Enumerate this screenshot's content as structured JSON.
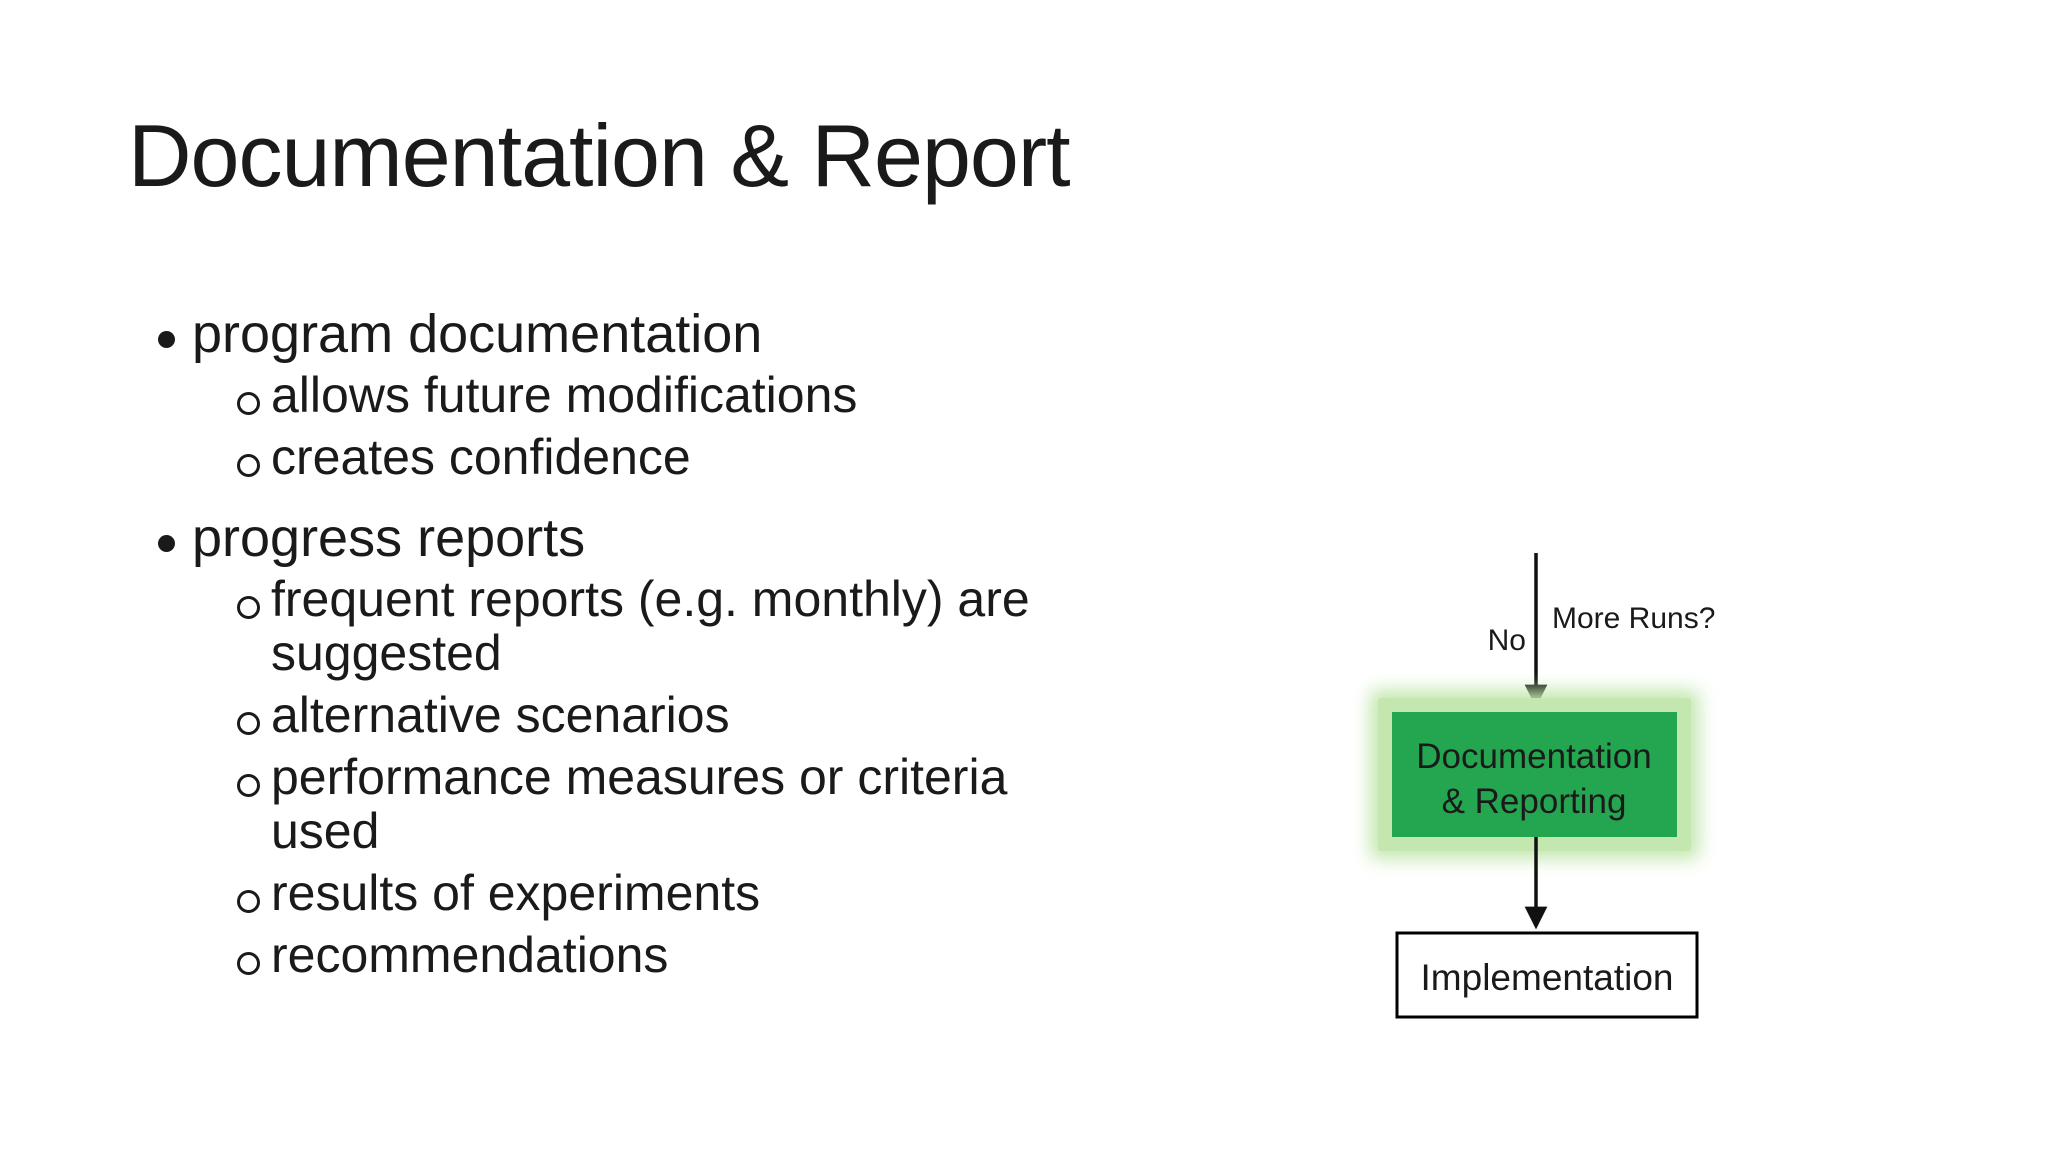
{
  "slide": {
    "title": "Documentation & Report",
    "background": "#ffffff",
    "text_color": "#1a1a1a",
    "bullets": [
      {
        "label": "program documentation",
        "sub": [
          "allows future modifications",
          "creates confidence"
        ]
      },
      {
        "label": "progress reports",
        "sub": [
          "frequent reports (e.g. monthly) are suggested",
          "alternative scenarios",
          "performance measures or criteria used",
          "results of experiments",
          "recommendations"
        ]
      }
    ]
  },
  "flowchart": {
    "question_label": "More Runs?",
    "no_label": "No",
    "arrow_color": "#111111",
    "doc_node": {
      "line1": "Documentation",
      "line2": "& Reporting",
      "fill": "#24a650",
      "glow": "#c3e7ae",
      "text_color": "#111111"
    },
    "implementation_node": {
      "label": "Implementation",
      "fill": "#ffffff",
      "border": "#000000"
    }
  }
}
